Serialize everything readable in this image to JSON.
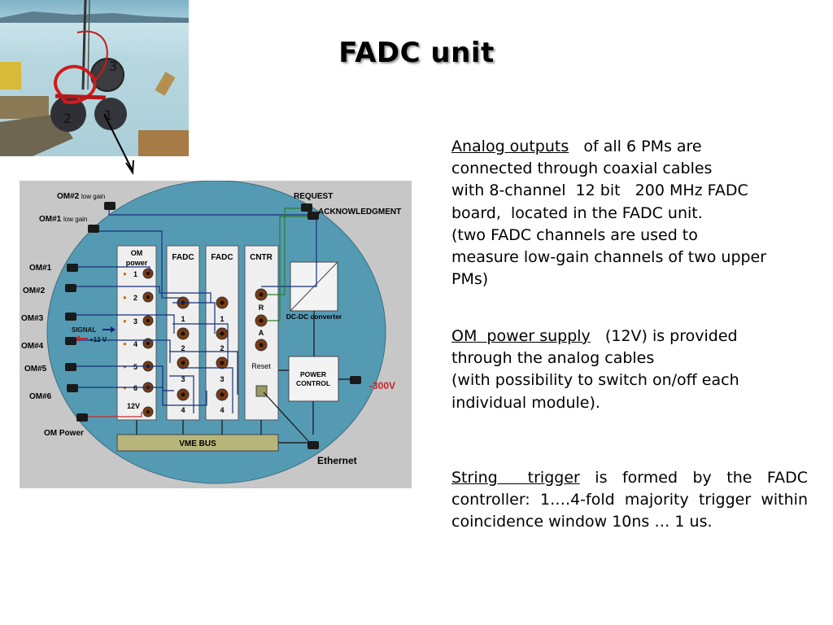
{
  "slide": {
    "title": "FADC unit"
  },
  "photo": {
    "labels": [
      "3",
      "2",
      "1"
    ]
  },
  "diagram": {
    "om_low_gain": [
      "OM#2",
      "low gain",
      "OM#1",
      "low gain"
    ],
    "om_inputs": [
      "OM#1",
      "OM#2",
      "OM#3",
      "OM#4",
      "OM#5",
      "OM#6"
    ],
    "om_power_label": "OM Power",
    "request": "REQUEST",
    "acknowledgment": "ACKNOWLEDGMENT",
    "signal_label": "SIGNAL",
    "plus12_label": "+12 V",
    "om_card": {
      "title_line1": "OM",
      "title_line2": "power",
      "channels": [
        "1",
        "2",
        "3",
        "4",
        "5",
        "6"
      ],
      "footer": "12V"
    },
    "fadc1": {
      "title": "FADC",
      "channels": [
        "1",
        "2",
        "3",
        "4"
      ]
    },
    "fadc2": {
      "title": "FADC",
      "channels": [
        "1",
        "2",
        "3",
        "4"
      ]
    },
    "cntr": {
      "title": "CNTR",
      "r": "R",
      "a": "A",
      "reset": "Reset"
    },
    "dcdc": "DC-DC converter",
    "power_control_line1": "POWER",
    "power_control_line2": "CONTROL",
    "minus300": "-300V",
    "vme_bus": "VME BUS",
    "ethernet": "Ethernet"
  },
  "text": {
    "p1_underlined": "Analog outputs",
    "p1_line1_rest": "   of all 6 PMs are",
    "p1_line2": "connected through coaxial cables",
    "p1_line3": "with 8-channel  12 bit   200 MHz FADC",
    "p1_line4": "board,  located in the FADC unit.",
    "p1_line5": "(two FADC channels are used to",
    "p1_line6": "measure low-gain channels of two upper",
    "p1_line7": "PMs)",
    "p2_underlined": "OM  power supply",
    "p2_line1_rest": "   (12V) is provided",
    "p2_line2": "through the analog cables",
    "p2_line3": "(with possibility to switch on/off each",
    "p2_line4": "individual module).",
    "p3_underlined": "String  trigger",
    "p3_rest": "  is  formed  by  the  FADC controller:    1….4-fold  majority  trigger within coincidence window  10ns … 1 us."
  }
}
